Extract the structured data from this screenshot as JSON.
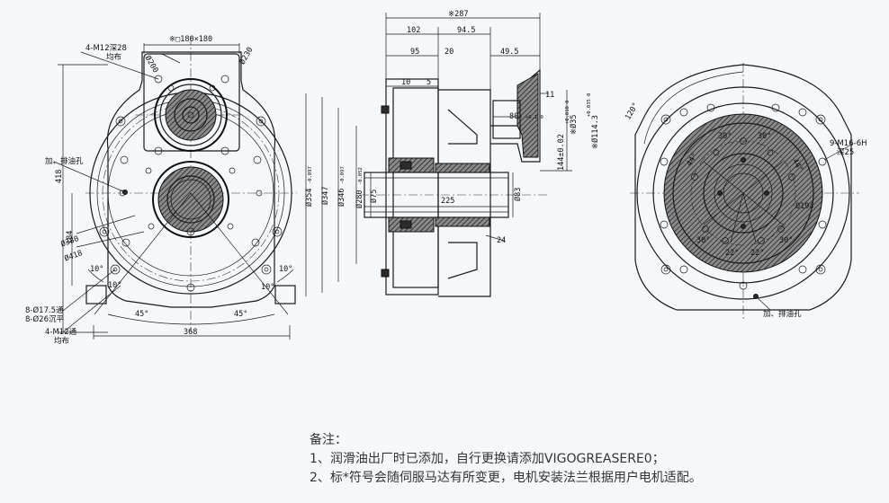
{
  "left_view": {
    "labels": {
      "tap_top": "4-M12深28",
      "tap_top_sub": "均布",
      "square": "※□180×180",
      "dia_230": "Ø230",
      "dia_200": "Ø200",
      "oil_fill": "加、排油孔",
      "height_418": "418",
      "height_184": "184",
      "dia_380": "Ø380",
      "dia_418": "Ø418",
      "holes_8": "8-Ø17.5通",
      "cbore_8": "8-Ø26沉平",
      "tap_bottom": "4-M12通",
      "tap_bottom_sub": "均布",
      "angle_10_left": "10°",
      "angle_10_left2": "10°",
      "angle_10_right": "10°",
      "angle_10_right2": "10°",
      "angle_45_left": "45°",
      "angle_45_right": "45°",
      "width_368": "368"
    }
  },
  "middle_view": {
    "labels": {
      "len_287": "※287",
      "len_102": "102",
      "len_94_5": "94.5",
      "len_95": "95",
      "len_20": "20",
      "len_49_5": "49.5",
      "len_10": "10",
      "len_5": "5",
      "len_11": "11",
      "len_80": "80",
      "tol_80": "+0.1 0",
      "dia_35": "※Ø35",
      "tol_35": "+0.018 0",
      "dia_114": "※Ø114.3",
      "tol_114": "+0.035 0",
      "len_144": "144±0.02",
      "dia_354": "Ø354",
      "tol_354": "-0.097",
      "dia_347": "Ø347",
      "dia_346": "Ø346",
      "tol_346": "-0.097",
      "dia_280": "Ø280",
      "tol_280": "-0.052",
      "dia_75": "Ø75",
      "len_225": "225",
      "dia_83": "Ø83",
      "len_24": "24"
    }
  },
  "right_view": {
    "labels": {
      "angle_120": "120°",
      "tap_9": "9-M16-6H",
      "tap_9_sub": "深25",
      "angle_30a": "30°",
      "angle_30b": "30°",
      "angle_44a": "44°",
      "angle_44b": "44°",
      "angle_30c": "30°",
      "angle_30d": "30°",
      "angle_22a": "22°",
      "angle_22b": "22°",
      "dia_194": "Ø194",
      "oil_fill": "加、排油孔"
    }
  },
  "notes": {
    "title": "备注：",
    "line1": "1、润滑油出厂时已添加，自行更换请添加VIGOGREASERE0；",
    "line2": "2、标*符号会随伺服马达有所变更，电机安装法兰根据用户电机适配。"
  }
}
